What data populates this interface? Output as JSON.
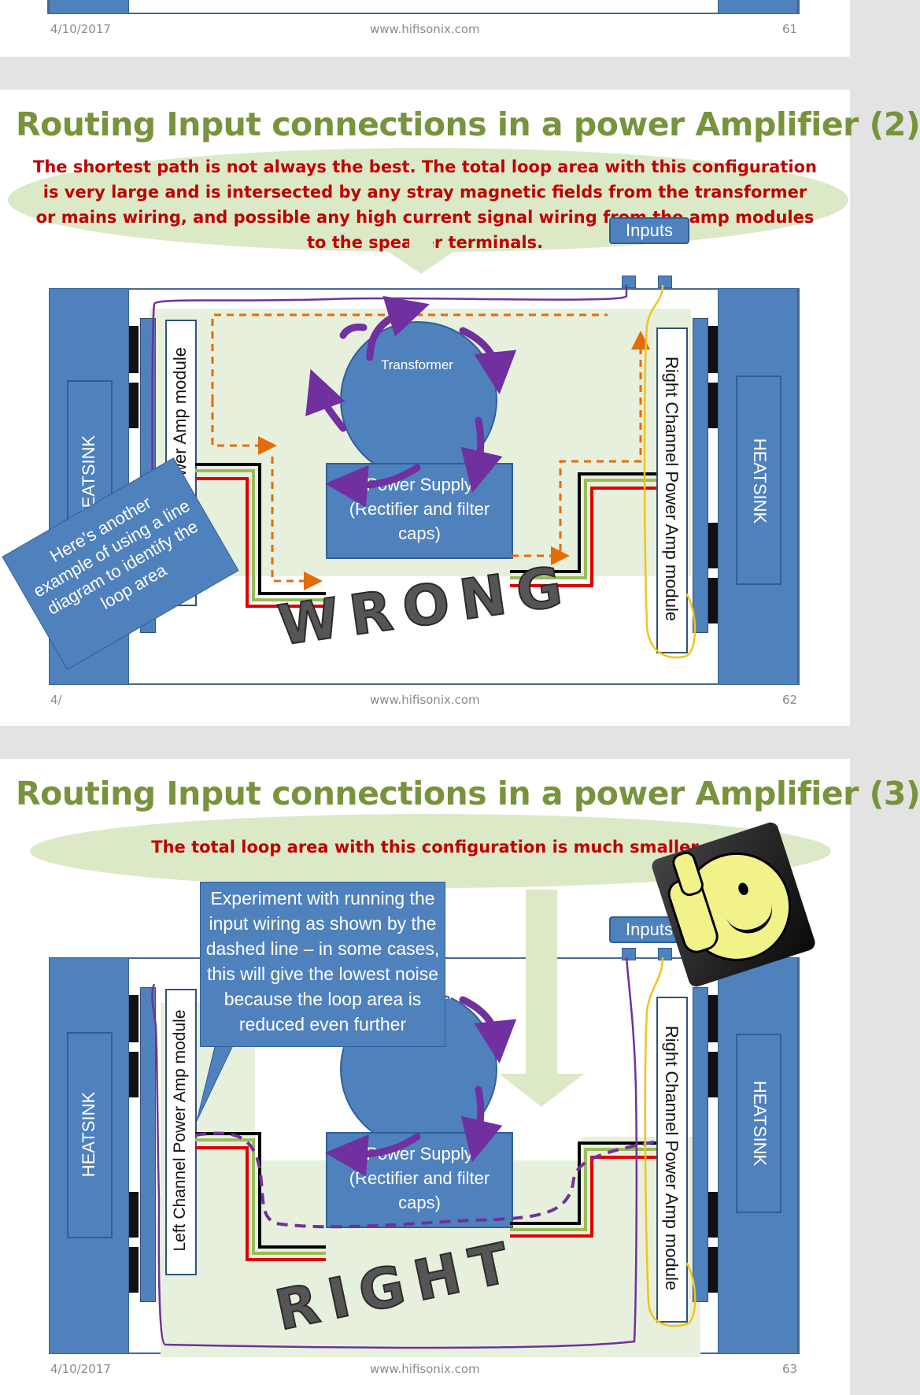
{
  "slide61": {
    "date": "4/10/2017",
    "website": "www.hifisonix.com",
    "page": "61"
  },
  "slide62": {
    "title": "Routing Input connections in a power Amplifier (2)",
    "description": "The shortest path is not always the best. The total loop area with this configuration is very large and is intersected by any stray magnetic fields from the transformer or mains wiring, and possible any high current signal wiring from the amp modules to the speaker terminals.",
    "inputs_label": "Inputs",
    "heatsink_left": "HEATSINK",
    "heatsink_right": "HEATSINK",
    "left_module": "el Power Amp module",
    "right_module": "Right Channel Power Amp module",
    "transformer_label": "Transformer",
    "psu_line1": "Power Supply",
    "psu_line2": "(Rectifier and filter",
    "psu_line3": "caps)",
    "callout": "Here’s another example of using a line diagram to identify the loop area",
    "verdict": "WRONG",
    "date": "4/",
    "website": "www.hifisonix.com",
    "page": "62"
  },
  "slide63": {
    "title": "Routing Input connections in a power Amplifier (3)",
    "description": "The total loop area with this configuration is much smaller",
    "callout": "Experiment with running the input wiring as shown by the dashed line – in some cases, this will give the lowest noise because the loop area is reduced even further",
    "inputs_label": "Inputs",
    "heatsink_left": "HEATSINK",
    "heatsink_right": "HEATSINK",
    "left_module": "Left Channel Power Amp module",
    "right_module": "Right Channel Power Amp module",
    "transformer_label": "Transformer",
    "psu_line1": "Power Supply",
    "psu_line2": "(Rectifier and filter",
    "psu_line3": "caps)",
    "verdict": "RIGHT",
    "thumbs_up": "thumbs-up-smiley-icon",
    "date": "4/10/2017",
    "website": "www.hifisonix.com",
    "page": "63"
  },
  "colors": {
    "title_green": "#77933c",
    "desc_red": "#c00000",
    "block_blue": "#4f81bd",
    "loop_fill": "#dbe9c7",
    "dashed_orange": "#e36c09",
    "purple_wire": "#7030a0",
    "yellow_wire": "#f0c419"
  }
}
